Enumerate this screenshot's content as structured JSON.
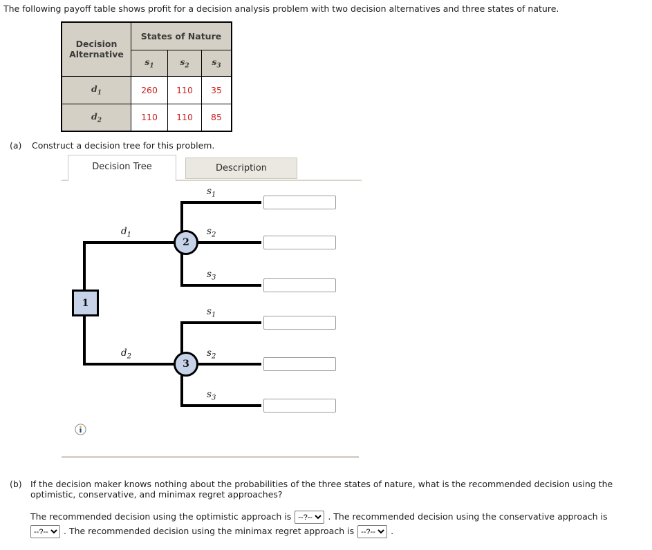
{
  "page": {
    "intro": "The following payoff table shows profit for a decision analysis problem with two decision alternatives and three states of nature."
  },
  "payoff_table": {
    "corner_header": {
      "line1": "Decision",
      "line2": "Alternative"
    },
    "states_header": "States of Nature",
    "state_columns": [
      {
        "base": "s",
        "sub": "1"
      },
      {
        "base": "s",
        "sub": "2"
      },
      {
        "base": "s",
        "sub": "3"
      }
    ],
    "rows": [
      {
        "label": {
          "base": "d",
          "sub": "1"
        },
        "values": [
          "260",
          "110",
          "35"
        ]
      },
      {
        "label": {
          "base": "d",
          "sub": "2"
        },
        "values": [
          "110",
          "110",
          "85"
        ]
      }
    ]
  },
  "part_a": {
    "label": "(a)",
    "prompt": "Construct a decision tree for this problem."
  },
  "tabs": [
    {
      "label": "Decision Tree",
      "active": true
    },
    {
      "label": "Description",
      "active": false
    }
  ],
  "tree": {
    "decision_node": {
      "label": "1"
    },
    "chance_nodes": [
      {
        "label": "2"
      },
      {
        "label": "3"
      }
    ],
    "decision_branches": [
      {
        "base": "d",
        "sub": "1"
      },
      {
        "base": "d",
        "sub": "2"
      }
    ],
    "state_branches": [
      {
        "base": "s",
        "sub": "1"
      },
      {
        "base": "s",
        "sub": "2"
      },
      {
        "base": "s",
        "sub": "3"
      }
    ],
    "payoff_inputs": [
      "",
      "",
      "",
      "",
      "",
      ""
    ]
  },
  "part_b": {
    "label": "(b)",
    "question_line1": "If the decision maker knows nothing about the probabilities of the three states of nature, what is the recommended decision using the",
    "question_line2": "optimistic, conservative, and minimax regret approaches?",
    "answer": {
      "seg1": "The recommended decision using the optimistic approach is",
      "seg2": ". The recommended decision using the conservative approach is",
      "seg3": ". The recommended decision using the minimax regret approach is",
      "seg4": ".",
      "dropdown_value": "--?--"
    }
  },
  "colors": {
    "table_header_bg": "#d4d0c5",
    "value_text": "#cc2222",
    "node_fill": "#c6d3e8",
    "tab_inactive_bg": "#ebe8e1",
    "divider": "#d7d3c8"
  }
}
